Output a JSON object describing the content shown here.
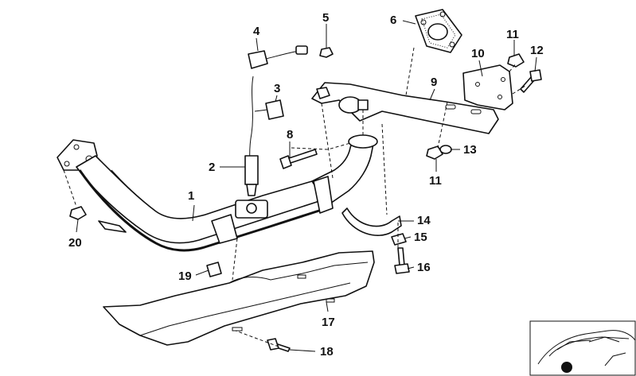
{
  "diagram": {
    "callouts": [
      {
        "id": "c1",
        "label": "1"
      },
      {
        "id": "c2",
        "label": "2"
      },
      {
        "id": "c3",
        "label": "3"
      },
      {
        "id": "c4",
        "label": "4"
      },
      {
        "id": "c5",
        "label": "5"
      },
      {
        "id": "c6",
        "label": "6"
      },
      {
        "id": "c7",
        "label": "17"
      },
      {
        "id": "c8",
        "label": "8"
      },
      {
        "id": "c9",
        "label": "9"
      },
      {
        "id": "c10",
        "label": "10"
      },
      {
        "id": "c11a",
        "label": "11"
      },
      {
        "id": "c11b",
        "label": "11"
      },
      {
        "id": "c12",
        "label": "12"
      },
      {
        "id": "c13",
        "label": "13"
      },
      {
        "id": "c14",
        "label": "14"
      },
      {
        "id": "c15",
        "label": "15"
      },
      {
        "id": "c16",
        "label": "16"
      },
      {
        "id": "c18",
        "label": "18"
      },
      {
        "id": "c19",
        "label": "19"
      },
      {
        "id": "c20",
        "label": "20"
      }
    ]
  }
}
